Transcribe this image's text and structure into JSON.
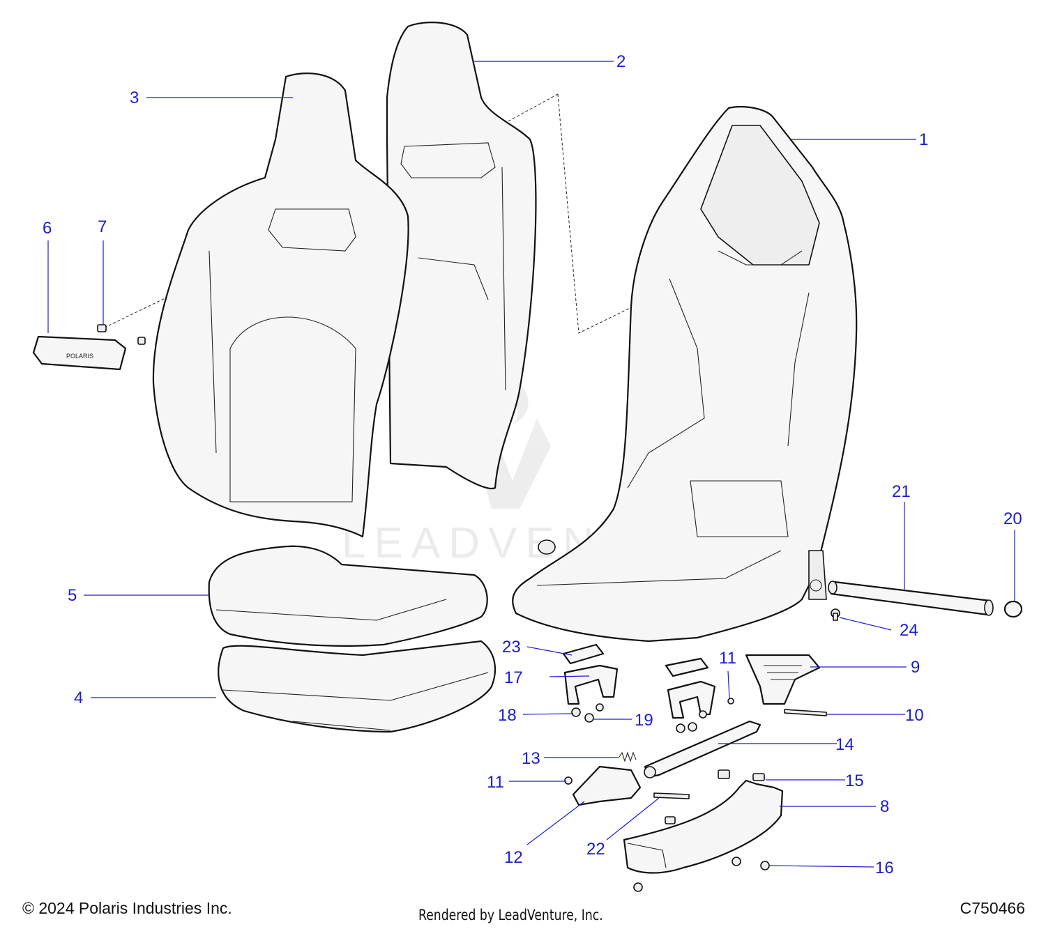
{
  "watermark": {
    "text": "LEADVENTURE"
  },
  "footer": {
    "copyright": "© 2024 Polaris Industries Inc.",
    "rendered_by": "Rendered by LeadVenture, Inc.",
    "diagram_id": "C750466"
  },
  "callouts": {
    "c1": "1",
    "c2": "2",
    "c3": "3",
    "c4": "4",
    "c5": "5",
    "c6": "6",
    "c7": "7",
    "c8": "8",
    "c9": "9",
    "c10": "10",
    "c11a": "11",
    "c11b": "11",
    "c12": "12",
    "c13": "13",
    "c14": "14",
    "c15": "15",
    "c16": "16",
    "c17": "17",
    "c18": "18",
    "c19": "19",
    "c20": "20",
    "c21": "21",
    "c22": "22",
    "c23": "23",
    "c24": "24"
  }
}
